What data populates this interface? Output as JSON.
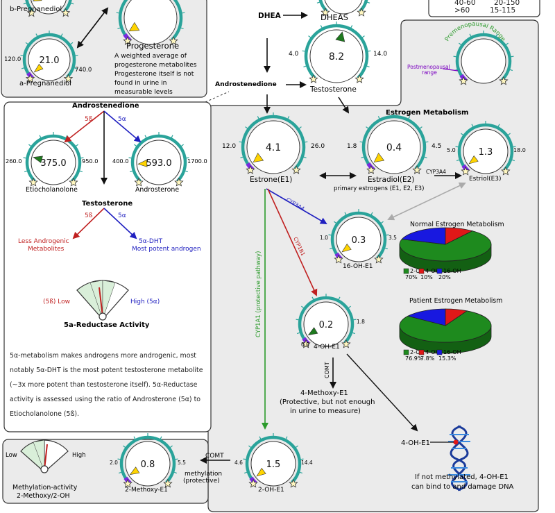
{
  "top_left": {
    "b_preg_label": "b-Pregnanediol",
    "progesterone_title": "Progesterone",
    "progesterone_note": [
      "A weighted average of",
      "progesterone  metabolites",
      "Progesterone itself is not",
      "found in urine in",
      "measurable levels"
    ],
    "a_preg_low": "120.0",
    "a_preg_value": "21.0",
    "a_preg_high": "740.0",
    "a_preg_label": "a-Pregnanediol"
  },
  "top_right": {
    "row1": [
      "40-60",
      "20-150"
    ],
    "row2": [
      ">60",
      "15-115"
    ]
  },
  "androgens": {
    "dhea": "DHEA",
    "dheas": "DHEAS",
    "testo_low": "4.0",
    "testo_value": "8.2",
    "testo_high": "14.0",
    "androstenedione_top": "Androstenedione",
    "testosterone_top": "Testosterone"
  },
  "reductase_panel": {
    "androstenedione": "Androstenedione",
    "five_beta": "5ß",
    "five_alpha": "5α",
    "etio_low": "260.0",
    "etio_value": "375.0",
    "etio_high": "950.0",
    "etio_label": "Etiocholanolone",
    "andro_low": "400.0",
    "andro_value": "593.0",
    "andro_high": "1700.0",
    "andro_label": "Androsterone",
    "testosterone": "Testosterone",
    "less_androgenic": [
      "Less Androgenic",
      "Metabolites"
    ],
    "dht": "5α-DHT",
    "most_potent": "Most potent androgen",
    "gauge_low": "(5ß)  Low",
    "gauge_high": "High  (5α)",
    "activity_title": "5a-Reductase Activity",
    "paragraph": "5α-metabolism makes androgens more androgenic, most notably 5α-DHT is the most potent testosterone metabolite (~3x more potent than testosterone itself). 5α-Reductase activity is assessed using the ratio of Androsterone (5α) to Etiocholanolone (5ß)."
  },
  "estrogen": {
    "premenopausal": "Premenopausal Range",
    "postmenopausal": [
      "Postmenopausal",
      "range"
    ],
    "title": "Estrogen Metabolism",
    "e1_low": "12.0",
    "e1_value": "4.1",
    "e1_high": "26.0",
    "e1_label": "Estrone(E1)",
    "e2_low": "1.8",
    "e2_value": "0.4",
    "e2_high": "4.5",
    "e2_label": "Estradiol(E2)",
    "e3_low": "5.0",
    "e3_value": "1.3",
    "e3_high": "18.0",
    "e3_label": "Estriol(E3)",
    "primary": "primary estrogens (E1, E2, E3)",
    "cyp3a4_e3": "CYP3A4",
    "cyp3a4_16": "CYP3A4",
    "cyp1b1": "CYP1B1",
    "cyp1a1": "CYP1A1 (protective pathway)",
    "oh16_low": "1.0",
    "oh16_value": "0.3",
    "oh16_high": "3.5",
    "oh16_label": "16-OH-E1",
    "oh4_low": "0.0",
    "oh4_value": "0.2",
    "oh4_high": "1.8",
    "oh4_label": "4-OH-E1",
    "comt_vertical": "COMT",
    "methoxy4": [
      "4-Methoxy-E1",
      "(Protective, but not enough",
      "in urine to measure)"
    ],
    "dna_label": "4-OH-E1",
    "dna_note": [
      "If not methylated, 4-OH-E1",
      "can bind to and damage DNA"
    ],
    "oh2_low": "4.6",
    "oh2_value": "1.5",
    "oh2_high": "14.4",
    "oh2_label": "2-OH-E1",
    "comt_h": "COMT",
    "methylation": [
      "methylation",
      "(protective)"
    ],
    "m2_low": "2.0",
    "m2_value": "0.8",
    "m2_high": "5.5",
    "m2_label": "2-Methoxy-E1",
    "meth_low": "Low",
    "meth_high": "High",
    "meth_title": [
      "Methylation-activity",
      "2-Methoxy/2-OH"
    ]
  },
  "chart_data": [
    {
      "type": "pie",
      "title": "Normal Estrogen Metabolism",
      "categories": [
        "2-OH",
        "4-OH",
        "16-OH"
      ],
      "values": [
        70,
        10,
        20
      ],
      "labels": [
        "70%",
        "10%",
        "20%"
      ],
      "colors": [
        "#1e8a1e",
        "#e01818",
        "#1818e0"
      ]
    },
    {
      "type": "pie",
      "title": "Patient Estrogen Metabolism",
      "categories": [
        "2-OH",
        "4-OH",
        "16-OH"
      ],
      "values": [
        76.9,
        7.8,
        15.3
      ],
      "labels": [
        "76.9%",
        "7.8%",
        "15.3%"
      ],
      "colors": [
        "#1e8a1e",
        "#e01818",
        "#1818e0"
      ]
    }
  ],
  "colors": {
    "teal": "#2aa39a",
    "panel_bg": "#ebebeb",
    "red": "#c02020",
    "blue": "#2020c0",
    "green": "#2a9a2a"
  }
}
